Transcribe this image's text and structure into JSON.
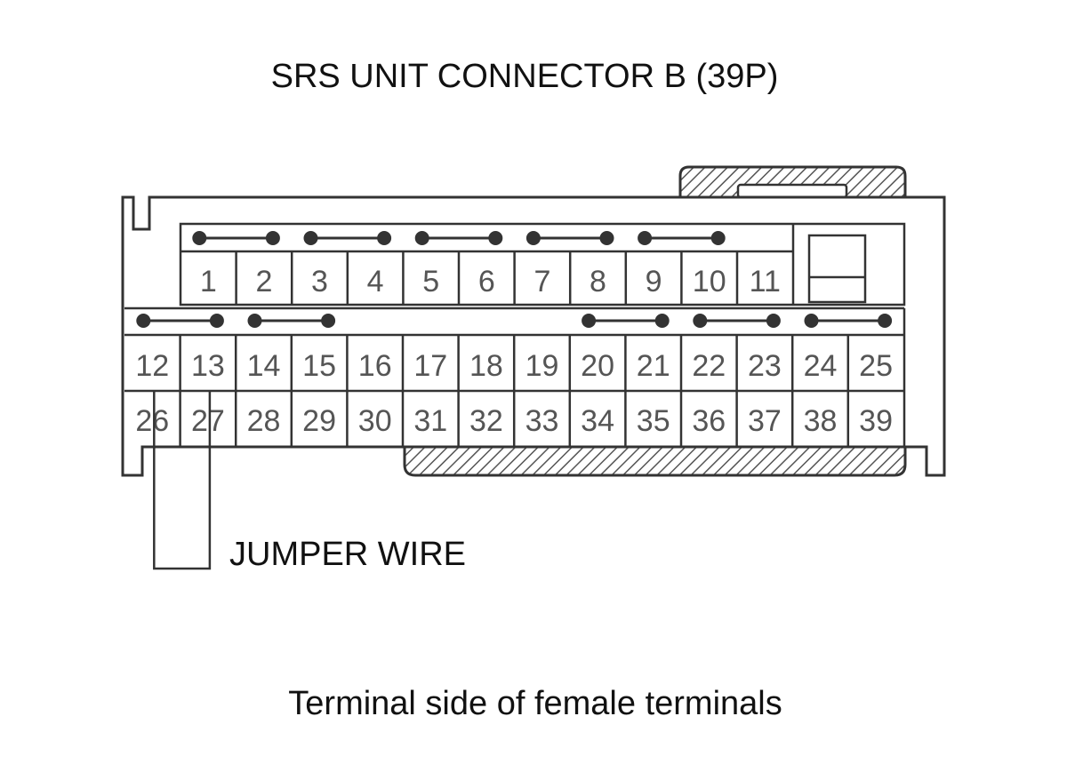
{
  "title": "SRS UNIT CONNECTOR B (39P)",
  "caption": "Terminal side of female terminals",
  "jumper_label": "JUMPER WIRE",
  "jumper_pins": [
    "26",
    "27"
  ],
  "rows": [
    [
      "1",
      "2",
      "3",
      "4",
      "5",
      "6",
      "7",
      "8",
      "9",
      "10",
      "11"
    ],
    [
      "12",
      "13",
      "14",
      "15",
      "16",
      "17",
      "18",
      "19",
      "20",
      "21",
      "22",
      "23",
      "24",
      "25"
    ],
    [
      "26",
      "27",
      "28",
      "29",
      "30",
      "31",
      "32",
      "33",
      "34",
      "35",
      "36",
      "37",
      "38",
      "39"
    ]
  ],
  "shorting_bars": [
    [
      "1",
      "2"
    ],
    [
      "3",
      "4"
    ],
    [
      "5",
      "6"
    ],
    [
      "7",
      "8"
    ],
    [
      "9",
      "10"
    ],
    [
      "12",
      "13"
    ],
    [
      "14",
      "15"
    ],
    [
      "20",
      "21"
    ],
    [
      "22",
      "23"
    ],
    [
      "24",
      "25"
    ]
  ],
  "colors": {
    "line": "#333333",
    "text": "#111111",
    "pin_text": "#555555",
    "hatch": "#555555"
  }
}
